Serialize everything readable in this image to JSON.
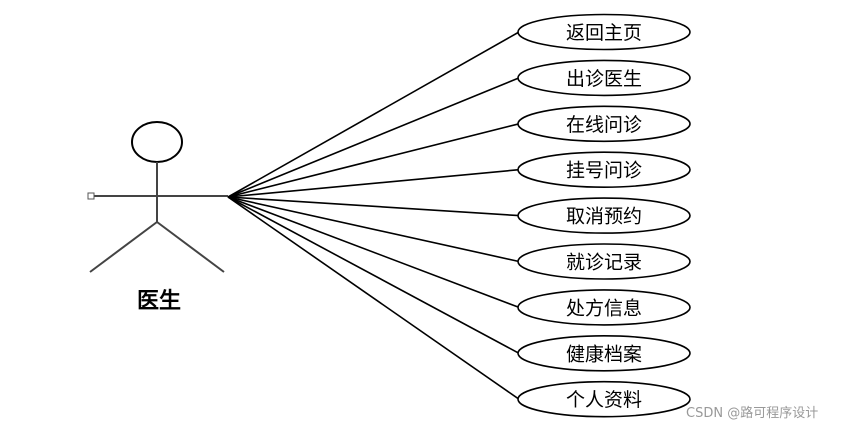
{
  "actor": {
    "label": "医生"
  },
  "use_cases": [
    "返回主页",
    "出诊医生",
    "在线问诊",
    "挂号问诊",
    "取消预约",
    "就诊记录",
    "处方信息",
    "健康档案",
    "个人资料"
  ],
  "watermark": "CSDN @路可程序设计",
  "colors": {
    "stroke": "#000000",
    "background": "#ffffff",
    "watermark": "#999999"
  }
}
